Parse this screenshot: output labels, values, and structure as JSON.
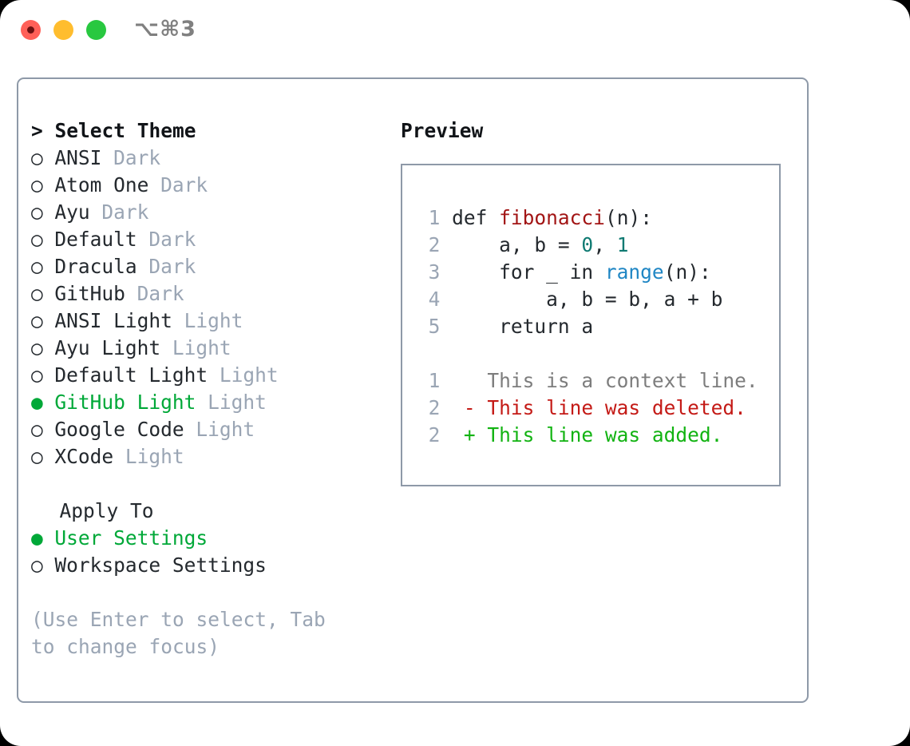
{
  "titlebar": {
    "shortcut": "⌥⌘3",
    "lights": [
      "close",
      "minimize",
      "maximize"
    ]
  },
  "theme_list": {
    "header": "> Select Theme",
    "marker_selected": "●",
    "marker_unselected": "○",
    "items": [
      {
        "name": "ANSI",
        "variant": "Dark",
        "selected": false
      },
      {
        "name": "Atom One",
        "variant": "Dark",
        "selected": false
      },
      {
        "name": "Ayu",
        "variant": "Dark",
        "selected": false
      },
      {
        "name": "Default",
        "variant": "Dark",
        "selected": false
      },
      {
        "name": "Dracula",
        "variant": "Dark",
        "selected": false
      },
      {
        "name": "GitHub",
        "variant": "Dark",
        "selected": false
      },
      {
        "name": "ANSI Light",
        "variant": "Light",
        "selected": false
      },
      {
        "name": "Ayu Light",
        "variant": "Light",
        "selected": false
      },
      {
        "name": "Default Light",
        "variant": "Light",
        "selected": false
      },
      {
        "name": "GitHub Light",
        "variant": "Light",
        "selected": true
      },
      {
        "name": "Google Code",
        "variant": "Light",
        "selected": false
      },
      {
        "name": "XCode",
        "variant": "Light",
        "selected": false
      }
    ]
  },
  "apply_to": {
    "header": "Apply To",
    "items": [
      {
        "name": "User Settings",
        "selected": true
      },
      {
        "name": "Workspace Settings",
        "selected": false
      }
    ]
  },
  "hint": "(Use Enter to select, Tab to change focus)",
  "preview": {
    "title": "Preview",
    "code_lines": [
      {
        "no": "1",
        "tokens": [
          {
            "t": "def ",
            "c": "plain"
          },
          {
            "t": "fibonacci",
            "c": "func"
          },
          {
            "t": "(n):",
            "c": "plain"
          }
        ]
      },
      {
        "no": "2",
        "tokens": [
          {
            "t": "    a, b = ",
            "c": "plain"
          },
          {
            "t": "0",
            "c": "num"
          },
          {
            "t": ", ",
            "c": "plain"
          },
          {
            "t": "1",
            "c": "num"
          }
        ]
      },
      {
        "no": "3",
        "tokens": [
          {
            "t": "    for _ in ",
            "c": "plain"
          },
          {
            "t": "range",
            "c": "builtin"
          },
          {
            "t": "(n):",
            "c": "plain"
          }
        ]
      },
      {
        "no": "4",
        "tokens": [
          {
            "t": "        a, b = b, a + b",
            "c": "plain"
          }
        ]
      },
      {
        "no": "5",
        "tokens": [
          {
            "t": "    return a",
            "c": "plain"
          }
        ]
      }
    ],
    "diff_lines": [
      {
        "no": "1",
        "sign": "  ",
        "text": "This is a context line.",
        "kind": "ctx"
      },
      {
        "no": "2",
        "sign": "- ",
        "text": "This line was deleted.",
        "kind": "del"
      },
      {
        "no": "2",
        "sign": "+ ",
        "text": "This line was added.",
        "kind": "add"
      }
    ]
  },
  "colors": {
    "accent_green": "#00a838",
    "muted": "#9aa5b4",
    "border": "#8e99a8",
    "text": "#24292e",
    "func_red": "#a21515",
    "num_teal": "#0f7a72",
    "builtin_blue": "#1f86c4",
    "diff_del": "#c41a16",
    "diff_add": "#12b312",
    "light_close": "#ff6058",
    "light_min": "#ffbd2e",
    "light_max": "#28c840"
  }
}
